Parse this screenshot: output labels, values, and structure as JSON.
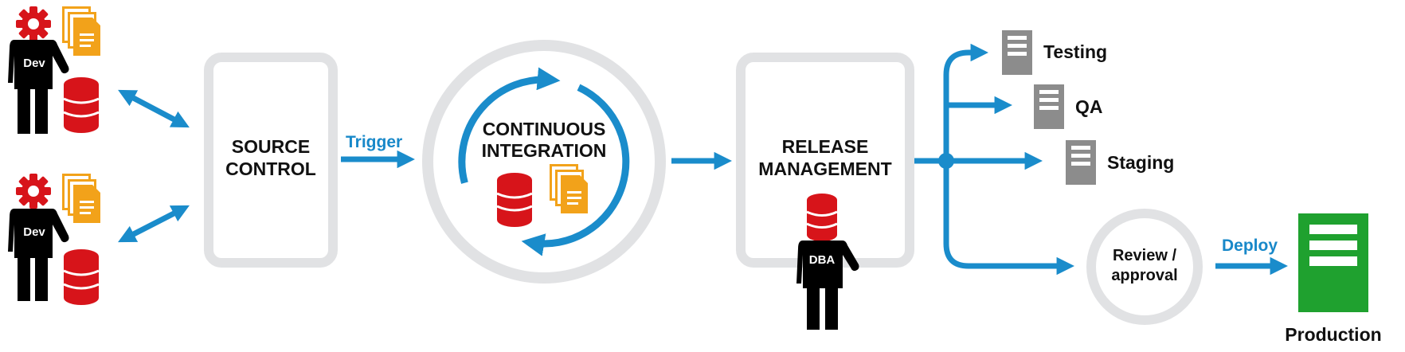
{
  "colors": {
    "arrow": "#1a8ccb",
    "box_border": "#e1e2e4",
    "person": "#000000",
    "gear": "#d7141a",
    "database": "#d7141a",
    "documents": "#f2a21a",
    "server": "#8c8c8c",
    "production": "#1fa12f"
  },
  "developers": [
    {
      "badge": "Dev"
    },
    {
      "badge": "Dev"
    }
  ],
  "source_control": {
    "line1": "SOURCE",
    "line2": "CONTROL"
  },
  "trigger_label": "Trigger",
  "ci": {
    "line1": "CONTINUOUS",
    "line2": "INTEGRATION"
  },
  "release": {
    "line1": "RELEASE",
    "line2": "MANAGEMENT"
  },
  "dba": {
    "badge": "DBA"
  },
  "environments": [
    {
      "label": "Testing",
      "icon": "server-icon"
    },
    {
      "label": "QA",
      "icon": "server-icon"
    },
    {
      "label": "Staging",
      "icon": "server-icon"
    }
  ],
  "review": {
    "line1": "Review /",
    "line2": "approval"
  },
  "deploy_label": "Deploy",
  "production": {
    "label": "Production",
    "icon": "production-server-icon"
  }
}
